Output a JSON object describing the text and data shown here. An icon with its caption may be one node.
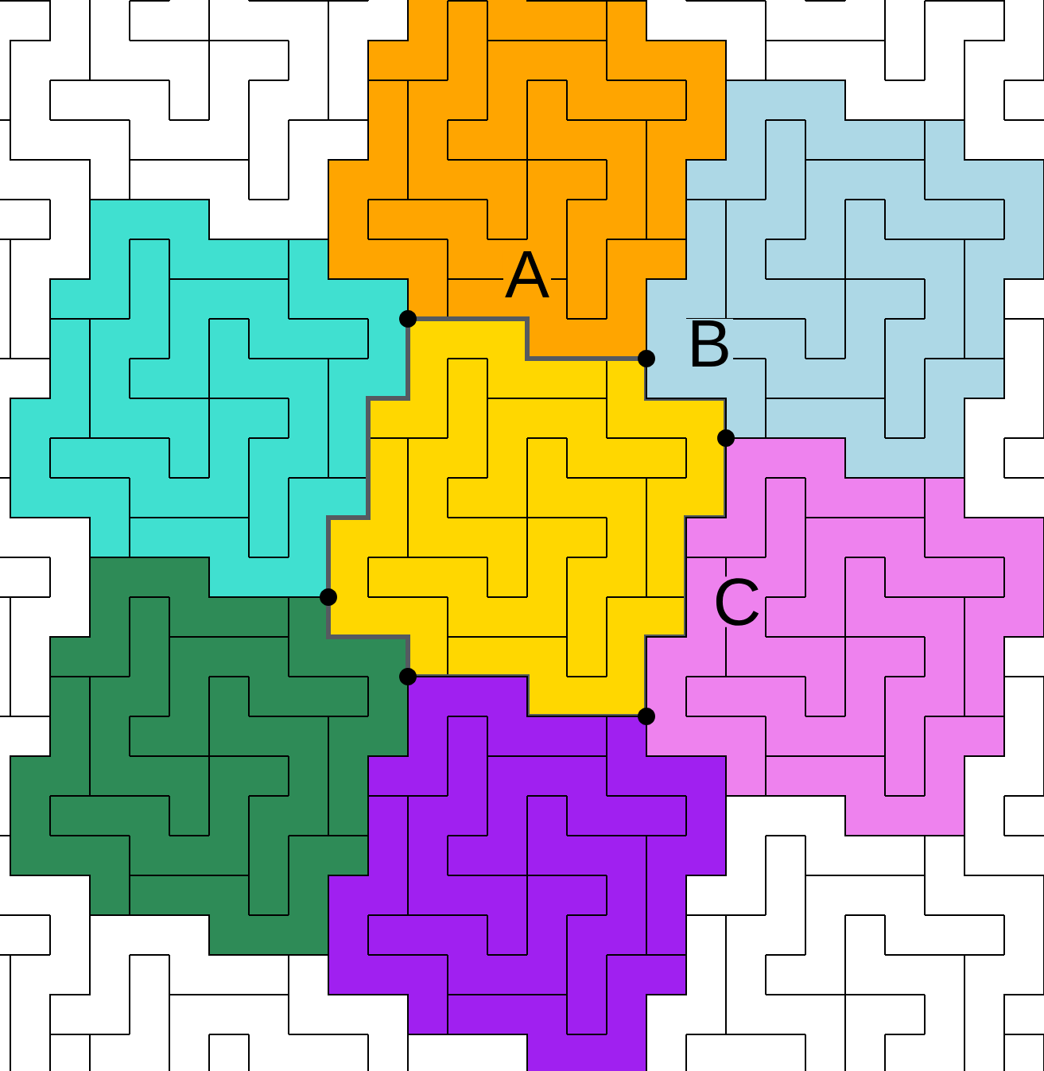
{
  "diagram": {
    "labels": [
      "A",
      "B",
      "C"
    ]
  }
}
